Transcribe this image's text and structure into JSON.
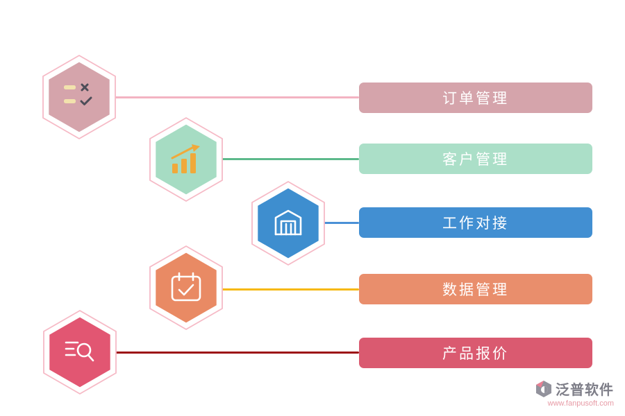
{
  "items": [
    {
      "label": "订单管理",
      "icon": "checklist-icon",
      "colors": {
        "hex": "#d5a4ab",
        "outline": "#f6bac6",
        "line": "#f3b3c2",
        "box": "#d5a4ab"
      }
    },
    {
      "label": "客户管理",
      "icon": "bar-chart-icon",
      "colors": {
        "hex": "#a6dcc3",
        "outline": "#f6bac6",
        "line": "#5cb98b",
        "box": "#abdfc8"
      }
    },
    {
      "label": "工作对接",
      "icon": "warehouse-icon",
      "colors": {
        "hex": "#3e8ecf",
        "outline": "#f6bac6",
        "line": "#4a90d6",
        "box": "#428fd2"
      }
    },
    {
      "label": "数据管理",
      "icon": "calendar-check-icon",
      "colors": {
        "hex": "#e98a64",
        "outline": "#f6bac6",
        "line": "#f6b80d",
        "box": "#e98e6c"
      }
    },
    {
      "label": "产品报价",
      "icon": "search-list-icon",
      "colors": {
        "hex": "#e25672",
        "outline": "#f6bac6",
        "line": "#9c0d12",
        "box": "#da5a70"
      }
    }
  ],
  "watermark": {
    "brand": "泛普软件",
    "url": "www.fanpusoft.com"
  }
}
